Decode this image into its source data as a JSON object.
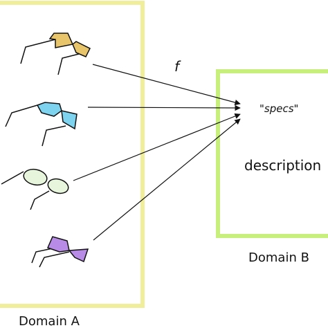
{
  "diagram": {
    "domain_a": {
      "label": "Domain A",
      "border_color": "#f0ee9a"
    },
    "domain_b": {
      "label": "Domain B",
      "border_color": "#c6ef7c",
      "target_quote": "\"specs\"",
      "target_quote_open": "\"",
      "target_quote_word": "specs",
      "target_quote_close": "\"",
      "target_text": "description"
    },
    "function_label": "f",
    "glasses": [
      {
        "name": "glasses-yellow-lenses-icon",
        "lens_color": "#e8c46a"
      },
      {
        "name": "glasses-blue-lenses-icon",
        "lens_color": "#7ed3ef"
      },
      {
        "name": "glasses-green-lenses-icon",
        "lens_color": "#e6f5dc"
      },
      {
        "name": "glasses-purple-lenses-icon",
        "lens_color": "#b88ce6"
      }
    ],
    "arrow_color": "#111111"
  }
}
